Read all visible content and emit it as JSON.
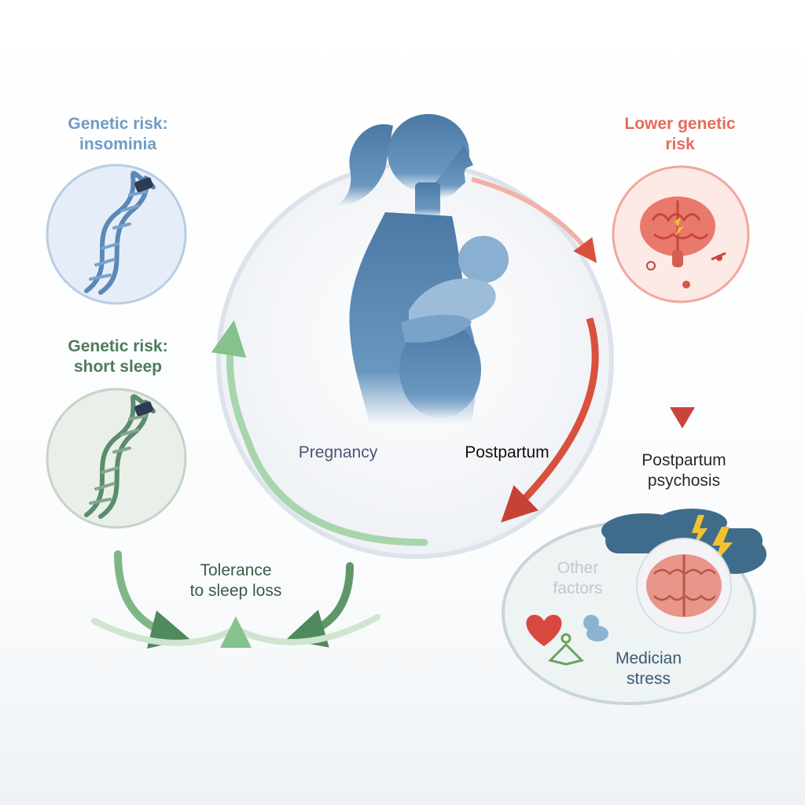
{
  "labels": {
    "genetic_insomnia": [
      "Genetic risk:",
      "insominia"
    ],
    "genetic_short_sleep": [
      "Genetic risk:",
      "short sleep"
    ],
    "lower_genetic": [
      "Lower genetic",
      "risk"
    ],
    "pregnancy": "Pregnancy",
    "postpartum": "Postpartum",
    "postpartum_psychosis": [
      "Postpartum",
      "psychosis"
    ],
    "tolerance": [
      "Tolerance",
      "to sleep loss"
    ],
    "other_factors": [
      "Other",
      "factors"
    ],
    "medician_stress": [
      "Medician",
      "stress"
    ]
  },
  "colors": {
    "blue": "#6f9cc4",
    "green": "#4f7a5d",
    "red": "#e36c5c",
    "silhouette": "#5582ab",
    "dark": "#2e3a55",
    "faded": "#b8c4cc"
  },
  "icons": [
    "dna-icon",
    "brain-icon",
    "mother-baby-silhouette",
    "storm-cloud-icon",
    "lightning-icon",
    "heart-icon"
  ]
}
